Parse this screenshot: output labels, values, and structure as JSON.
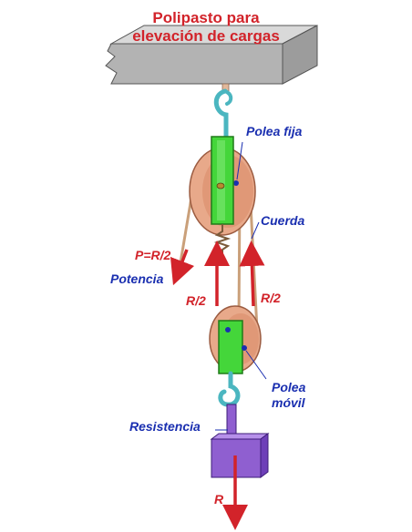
{
  "title": {
    "line1": "Polipasto para",
    "line2": "elevación de cargas"
  },
  "labels": {
    "fixed_pulley": "Polea fija",
    "rope": "Cuerda",
    "effort_formula": "P=R/2",
    "effort": "Potencia",
    "tension_left": "R/2",
    "tension_right": "R/2",
    "movable_pulley_line1": "Polea",
    "movable_pulley_line2": "móvil",
    "resistance": "Resistencia",
    "load_force": "R"
  },
  "colors": {
    "label_blue": "#1a2fb0",
    "force_red": "#d2232a",
    "pulley_bracket_green": "#44d63a",
    "pulley_wheel": "#e8a98a",
    "rope": "#caa07a",
    "load_purple": "#8f5fd0",
    "hook_cyan": "#4bb6c0",
    "beam_gray": "#aaaaaa"
  }
}
